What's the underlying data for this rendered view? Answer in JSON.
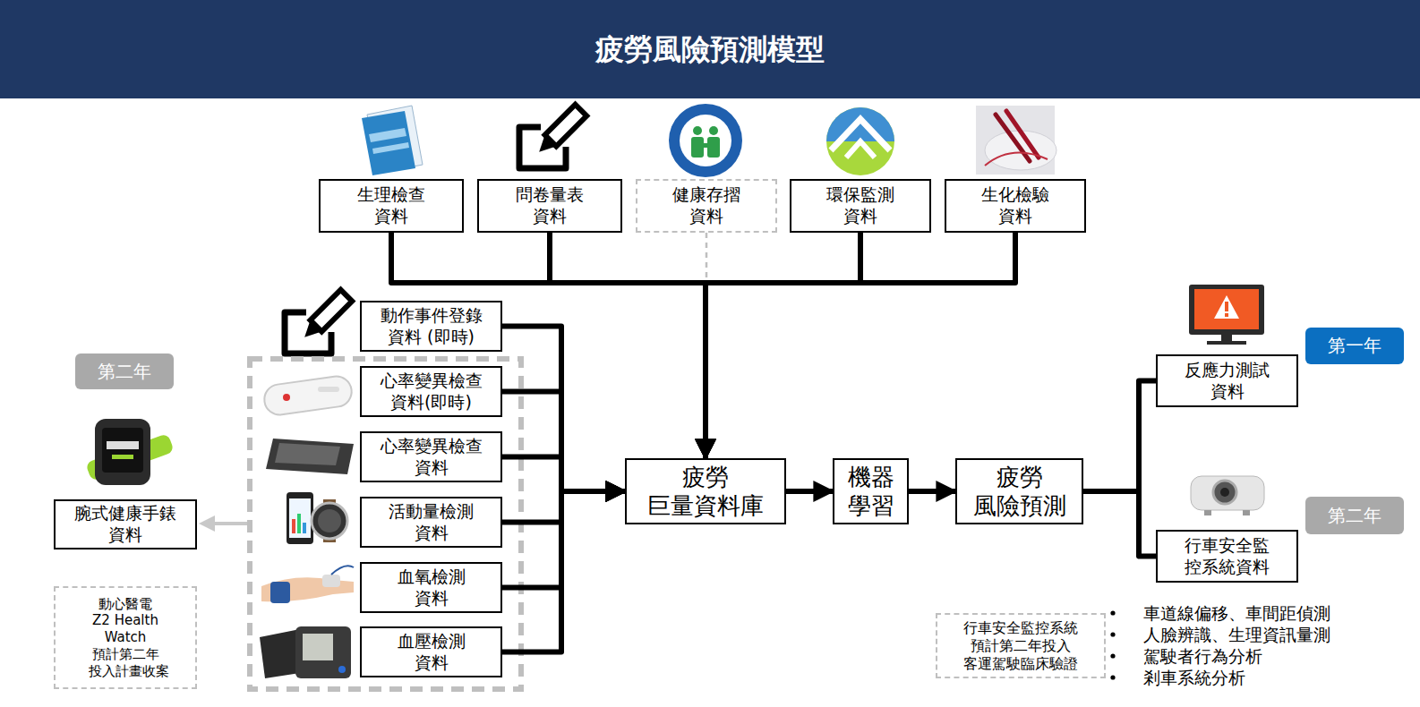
{
  "diagram": {
    "title": "疲勞風險預測模型",
    "nodes": [
      {
        "text": [
          "生理檢查 資料"
        ]
      },
      {
        "text": [
          "問卷量表 資料"
        ]
      },
      {
        "text": [
          "健康存摺 資料"
        ]
      },
      {
        "text": [
          "環保監測 資料"
        ]
      },
      {
        "text": [
          "生化檢驗 資料"
        ]
      },
      {
        "text": [
          "第二年"
        ]
      },
      {
        "text": [
          "動作事件登錄 資料 (即時)"
        ]
      },
      {
        "text": [
          "心率變異檢查 資料(即時)"
        ]
      },
      {
        "text": [
          "心率變異檢查 資料"
        ]
      },
      {
        "text": [
          "活動量檢測 資料"
        ]
      },
      {
        "text": [
          "血氧檢測 資料"
        ]
      },
      {
        "text": [
          "血壓檢測 資料"
        ]
      },
      {
        "text": [
          "腕式健康手錶 資料"
        ]
      },
      {
        "text": [
          "動心醫電 Z2 Health Watch 預計第二年 投入計畫收案"
        ]
      },
      {
        "text": [
          "疲勞 巨量資料庫"
        ]
      },
      {
        "text": [
          "機器 學習"
        ]
      },
      {
        "text": [
          "疲勞 風險預測"
        ]
      },
      {
        "text": [
          "第一年"
        ]
      },
      {
        "text": [
          "反應力測試 資料"
        ]
      },
      {
        "text": [
          "第二年"
        ]
      },
      {
        "text": [
          "行車安全監 控系統資料"
        ]
      },
      {
        "text": [
          "行車安全監控系統 預計第二年投入 客運駕駛臨床驗證"
        ]
      }
    ],
    "edges": [
      {
        "from": 0,
        "to": 14,
        "arrow": "to"
      },
      {
        "from": 1,
        "to": 14,
        "arrow": "to"
      },
      {
        "from": 2,
        "to": 14,
        "arrow": "to"
      },
      {
        "from": 3,
        "to": 14,
        "arrow": "to"
      },
      {
        "from": 4,
        "to": 14,
        "arrow": "to"
      },
      {
        "from": 6,
        "to": 14,
        "arrow": "to"
      },
      {
        "from": 7,
        "to": 14,
        "arrow": "to"
      },
      {
        "from": 8,
        "to": 14,
        "arrow": "to"
      },
      {
        "from": 9,
        "to": 14,
        "arrow": "to"
      },
      {
        "from": 10,
        "to": 14,
        "arrow": "to"
      },
      {
        "from": 11,
        "to": 14,
        "arrow": "to"
      },
      {
        "from": 14,
        "to": 15,
        "arrow": "to"
      },
      {
        "from": 15,
        "to": 16,
        "arrow": "to"
      },
      {
        "from": 16,
        "to": 18,
        "arrow": "none"
      },
      {
        "from": 16,
        "to": 20,
        "arrow": "none"
      }
    ],
    "labels": [
      "車道線偏移、車間距偵測",
      "人臉辨識、生理資訊量測",
      "駕駛者行為分析",
      "剎車系統分析"
    ]
  }
}
